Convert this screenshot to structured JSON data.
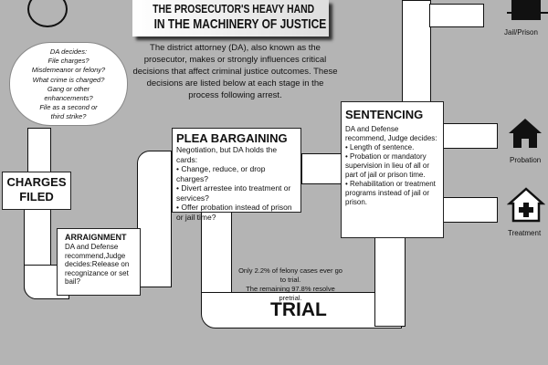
{
  "title": {
    "line1": "THE PROSECUTOR'S HEAVY HAND",
    "line2": "IN THE MACHINERY OF JUSTICE"
  },
  "intro": "The district attorney (DA), also known as the prosecutor, makes or strongly influences critical decisions that affect criminal justice outcomes. These decisions are listed below at each stage in the process following arrest.",
  "cloud": {
    "lines": [
      "DA decides:",
      "File charges?",
      "Misdemeanor or felony?",
      "What crime is charged?",
      "Gang or other",
      "enhancements?",
      "File as a second or",
      "third strike?"
    ]
  },
  "charges": {
    "line1": "CHARGES",
    "line2": "FILED"
  },
  "arraignment": {
    "title": "ARRAIGNMENT",
    "text": "DA and Defense recommend,Judge decides:Release on recognizance or set bail?"
  },
  "plea": {
    "title": "PLEA BARGAINING",
    "intro": "Negotiation, but DA holds the cards:",
    "items": [
      "Change, reduce, or drop charges?",
      "Divert arrestee into treatment or services?",
      "Offer probation instead of prison or jail time?"
    ]
  },
  "trial": {
    "title": "TRIAL",
    "note1": "Only 2.2% of felony cases ever go to trial.",
    "note2": "The remaining 97.8% resolve pretrial."
  },
  "sentencing": {
    "title": "SENTENCING",
    "intro": "DA and Defense recommend, Judge decides:",
    "items": [
      "Length of sentence.",
      "Probation or mandatory supervision in lieu of all or part of jail or prison time.",
      "Rehabilitation or treatment programs instead of jail or prison."
    ]
  },
  "outcomes": {
    "jail": "Jail/Prison",
    "probation": "Probation",
    "treatment": "Treatment"
  }
}
